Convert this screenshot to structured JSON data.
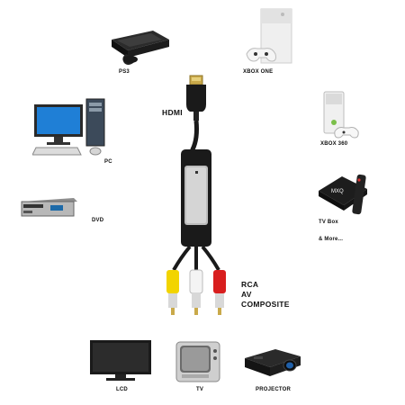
{
  "labels": {
    "ps3": "PS3",
    "xbox_one": "XBOX ONE",
    "hdmi": "HDMI",
    "pc": "PC",
    "xbox_360": "XBOX 360",
    "dvd": "DVD",
    "tv_box": "TV Box",
    "and_more": "& More...",
    "rca": "RCA",
    "av": "AV",
    "composite": "COMPOSITE",
    "lcd": "LCD",
    "tv": "TV",
    "projector": "PROJECTOR"
  },
  "colors": {
    "cable_black": "#1a1a1a",
    "plug_gold": "#c9a94a",
    "rca_yellow": "#f2d400",
    "rca_white": "#f4f4f4",
    "rca_red": "#d81e1e",
    "screen_blue": "#1f7fd6"
  },
  "icons": [
    "ps3-console-icon",
    "xbox-one-console-icon",
    "pc-desktop-icon",
    "xbox-360-console-icon",
    "dvd-player-icon",
    "tv-box-icon",
    "lcd-monitor-icon",
    "crt-tv-icon",
    "projector-icon",
    "hdmi-to-rca-cable-icon"
  ]
}
